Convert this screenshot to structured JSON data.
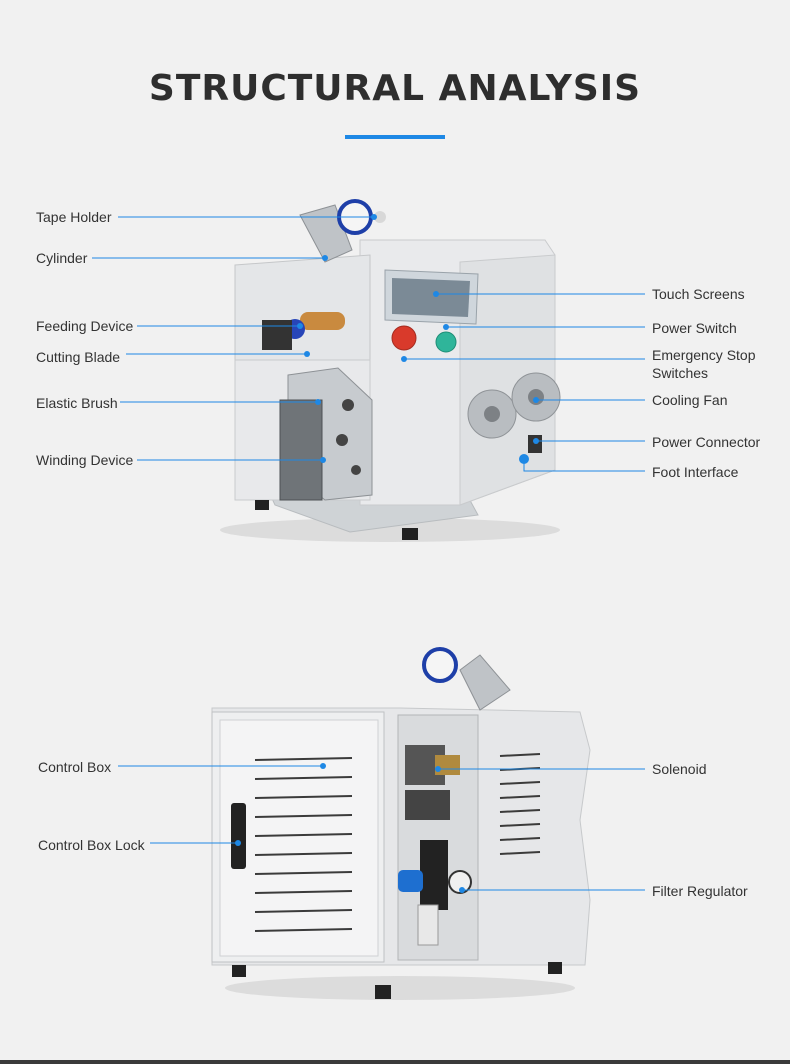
{
  "header": {
    "title": "STRUCTURAL ANALYSIS",
    "accent_color": "#1e88e5"
  },
  "front_view": {
    "left_callouts": [
      {
        "key": "tape_holder",
        "label": "Tape Holder"
      },
      {
        "key": "cylinder",
        "label": "Cylinder"
      },
      {
        "key": "feeding_device",
        "label": "Feeding Device"
      },
      {
        "key": "cutting_blade",
        "label": "Cutting Blade"
      },
      {
        "key": "elastic_brush",
        "label": "Elastic Brush"
      },
      {
        "key": "winding_device",
        "label": "Winding Device"
      }
    ],
    "right_callouts": [
      {
        "key": "touch_screens",
        "label": "Touch Screens"
      },
      {
        "key": "power_switch",
        "label": "Power Switch"
      },
      {
        "key": "emergency_stop",
        "label": "Emergency Stop Switches"
      },
      {
        "key": "cooling_fan",
        "label": "Cooling Fan"
      },
      {
        "key": "power_connector",
        "label": "Power Connector"
      },
      {
        "key": "foot_interface",
        "label": "Foot Interface"
      }
    ]
  },
  "back_view": {
    "left_callouts": [
      {
        "key": "control_box",
        "label": "Control Box"
      },
      {
        "key": "control_box_lock",
        "label": "Control Box Lock"
      }
    ],
    "right_callouts": [
      {
        "key": "solenoid",
        "label": "Solenoid"
      },
      {
        "key": "filter_regulator",
        "label": "Filter Regulator"
      }
    ]
  }
}
